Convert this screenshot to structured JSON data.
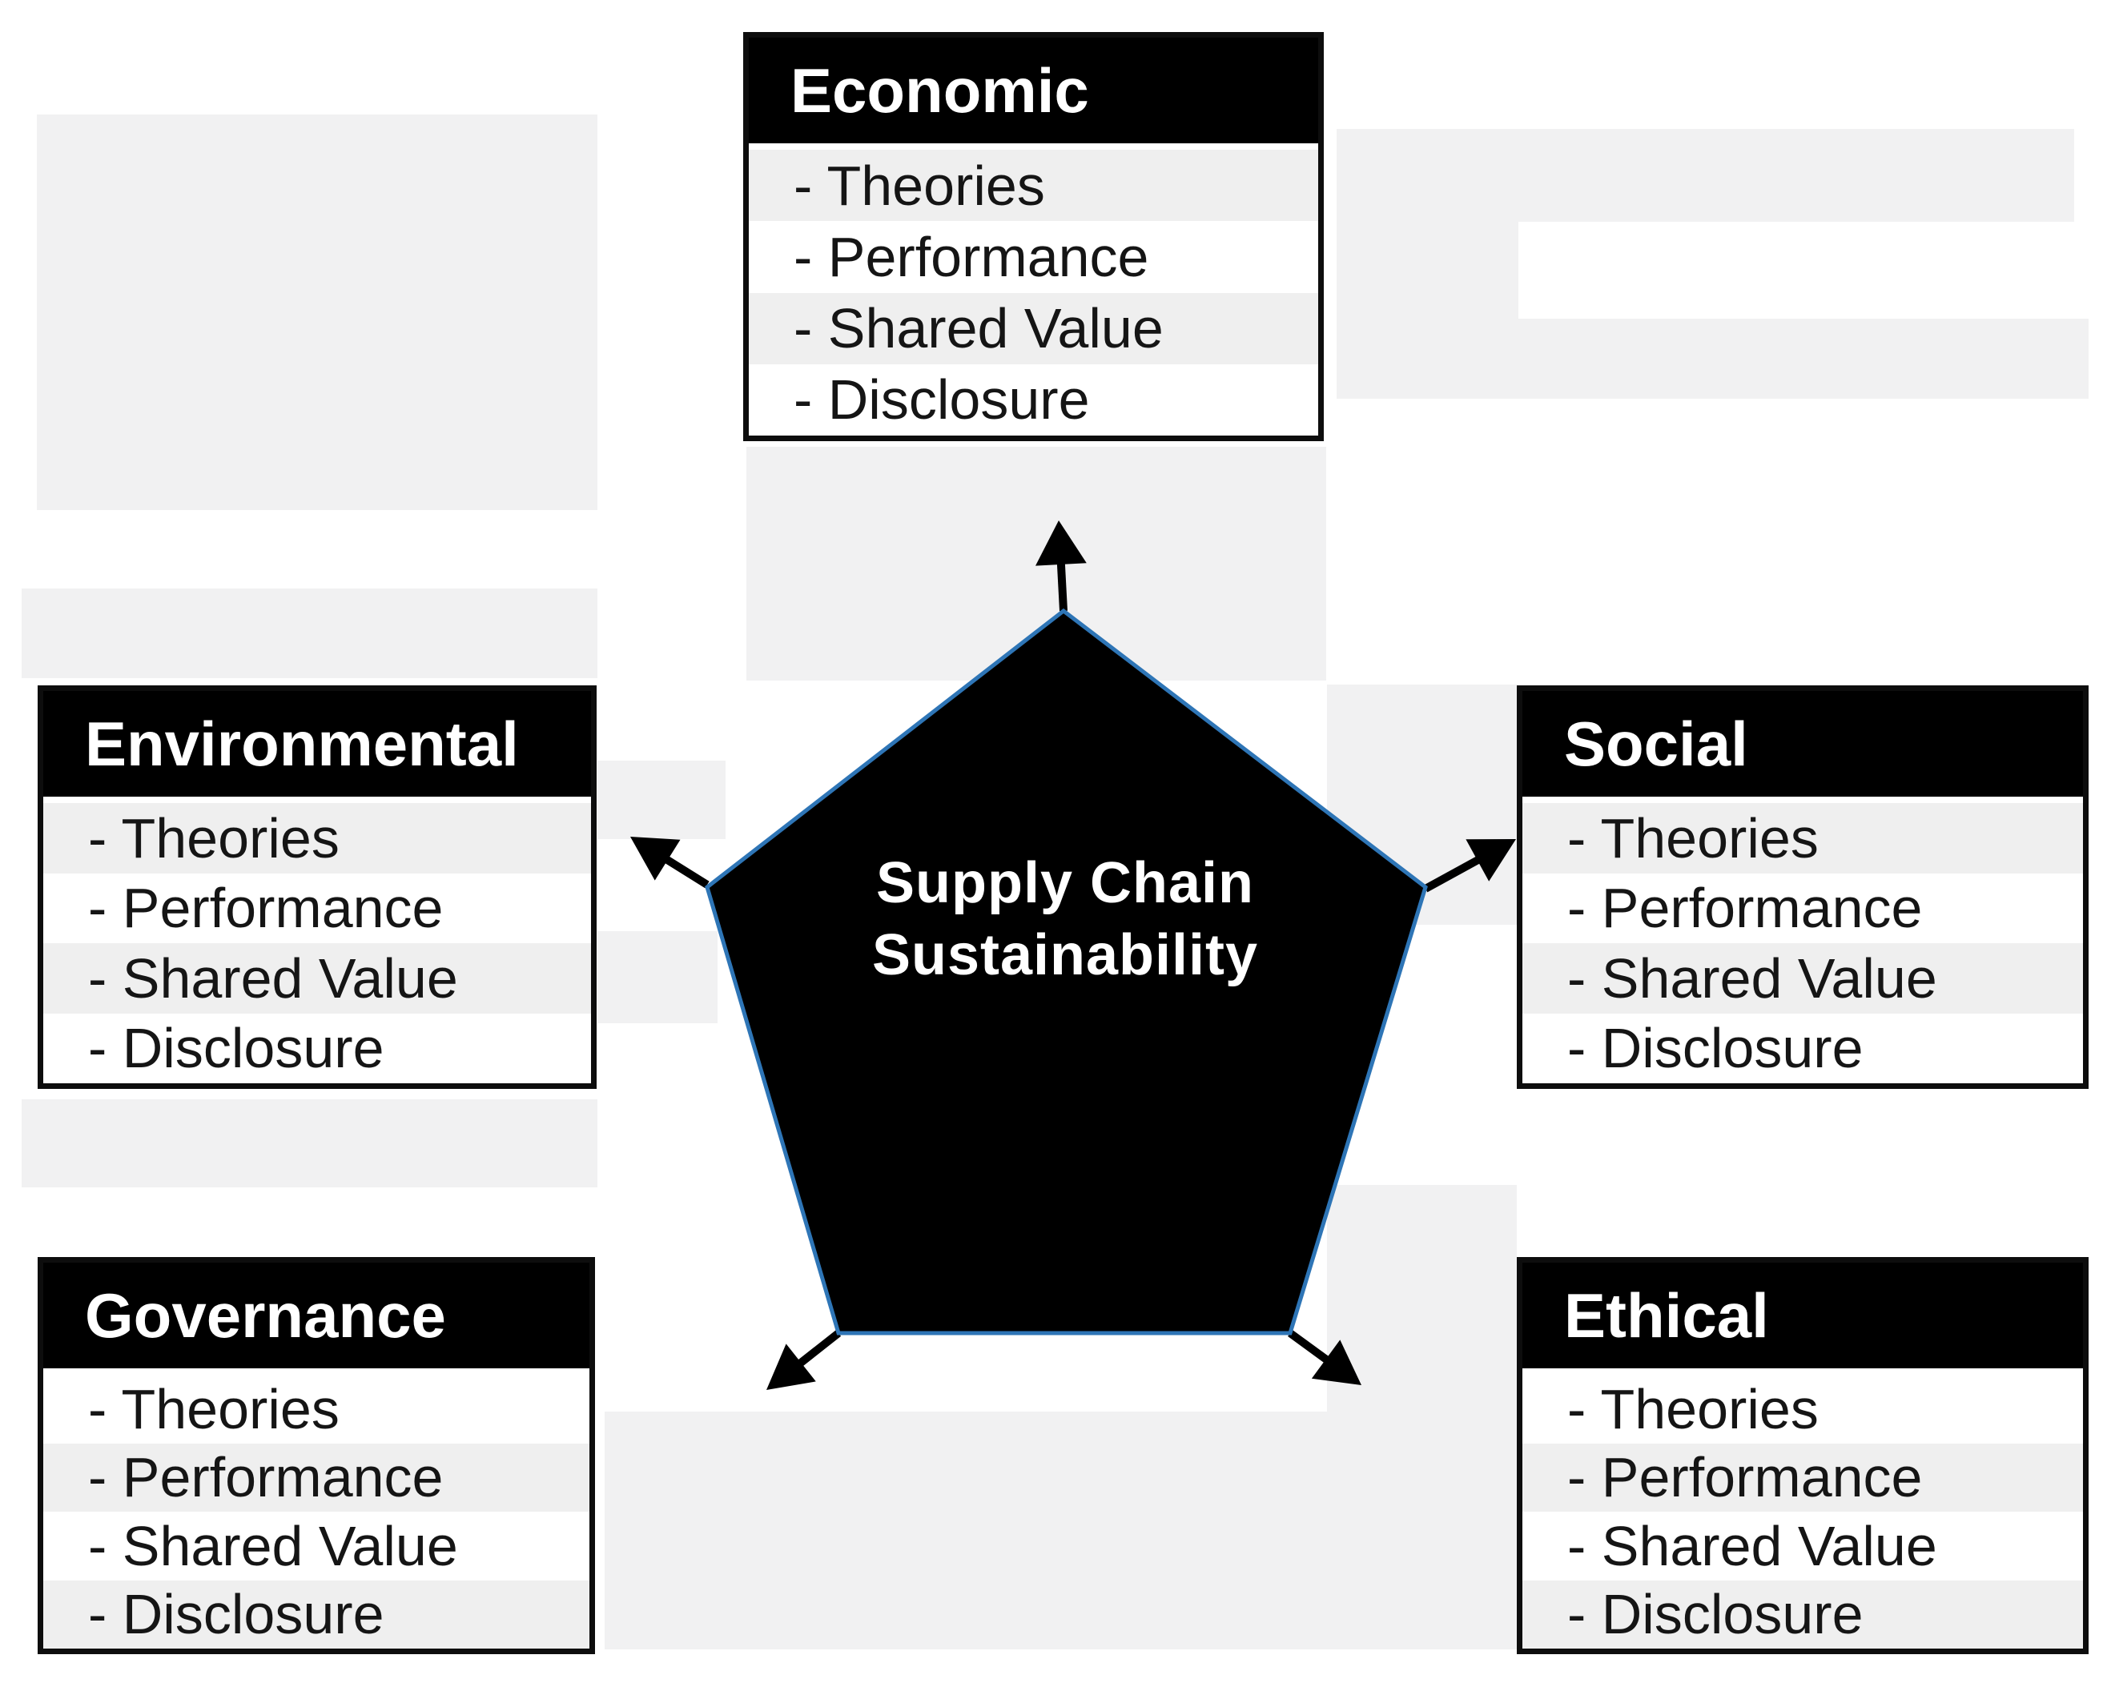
{
  "pentagon": {
    "label_line1": "Supply Chain",
    "label_line2": "Sustainability",
    "fill_color": "#000000",
    "border_color": "#2e75b6"
  },
  "boxes": [
    {
      "id": "economic",
      "title": "Economic",
      "items": [
        "- Theories",
        "- Performance",
        "- Shared Value",
        "- Disclosure"
      ]
    },
    {
      "id": "environmental",
      "title": "Environmental",
      "items": [
        "- Theories",
        "- Performance",
        "- Shared Value",
        "- Disclosure"
      ]
    },
    {
      "id": "social",
      "title": "Social",
      "items": [
        "- Theories",
        "- Performance",
        "- Shared Value",
        "- Disclosure"
      ]
    },
    {
      "id": "governance",
      "title": "Governance",
      "items": [
        "- Theories",
        "- Performance",
        "- Shared Value",
        "- Disclosure"
      ]
    },
    {
      "id": "ethical",
      "title": "Ethical",
      "items": [
        "- Theories",
        "- Performance",
        "- Shared Value",
        "- Disclosure"
      ]
    }
  ],
  "colors": {
    "header_bg": "#000000",
    "header_text": "#ffffff",
    "row_bg": "#ffffff",
    "row_shaded_bg": "#efefef",
    "background_stripe": "#f1f1f2",
    "box_border": "#0d0d0d",
    "item_text": "#151515",
    "pentagon_fill": "#000000",
    "pentagon_border": "#2e75b6",
    "arrow_color": "#000000"
  }
}
